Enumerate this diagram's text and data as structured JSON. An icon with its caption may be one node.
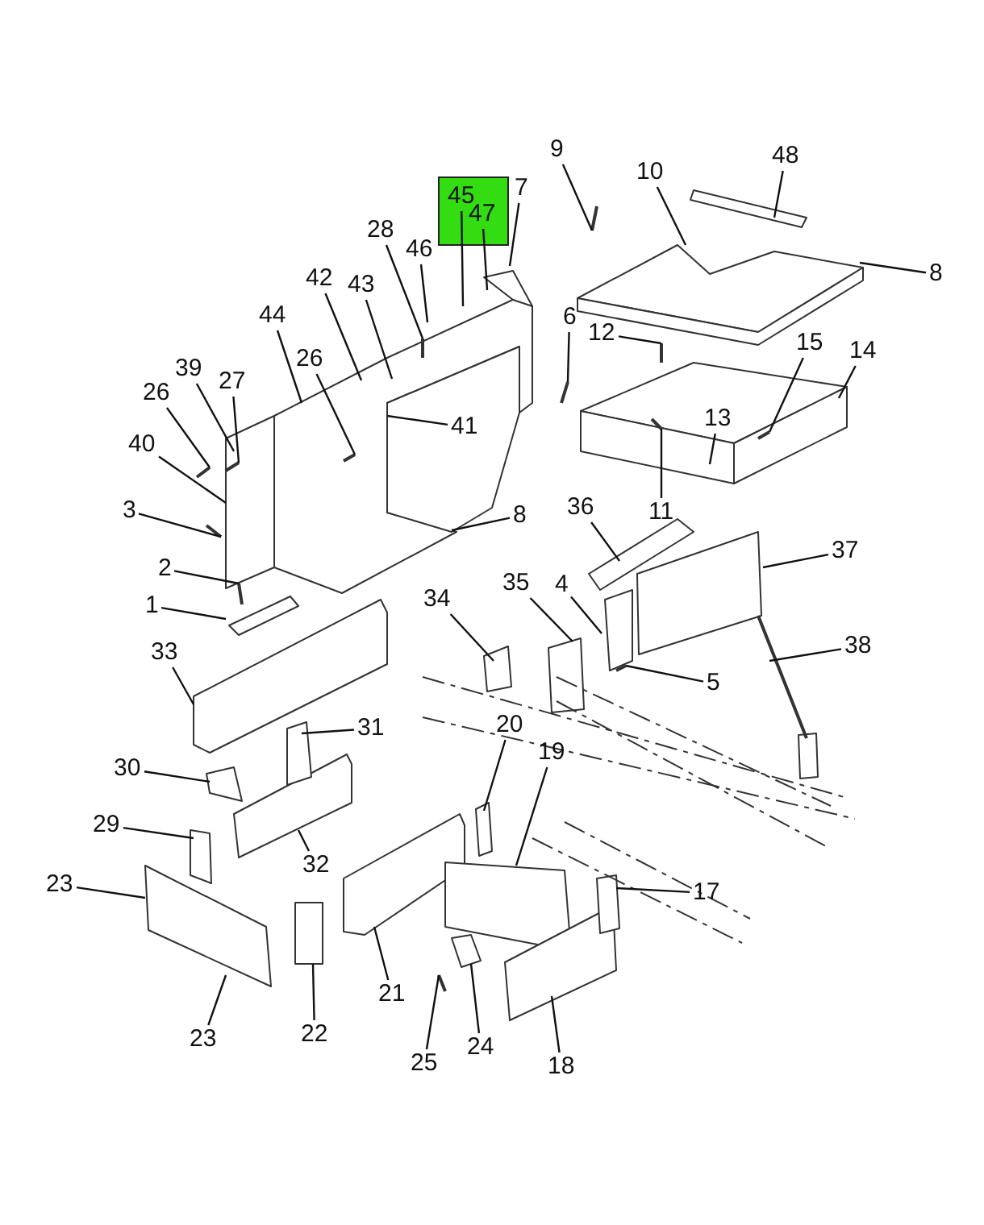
{
  "diagram": {
    "nodes": [
      {
        "text": [
          "9"
        ]
      },
      {
        "text": [
          "48"
        ]
      },
      {
        "text": [
          "10"
        ]
      },
      {
        "text": [
          "7"
        ]
      },
      {
        "text": [
          "45"
        ]
      },
      {
        "text": [
          "47"
        ]
      },
      {
        "text": [
          "28"
        ]
      },
      {
        "text": [
          "46"
        ]
      },
      {
        "text": [
          "8"
        ]
      },
      {
        "text": [
          "42"
        ]
      },
      {
        "text": [
          "43"
        ]
      },
      {
        "text": [
          "44"
        ]
      },
      {
        "text": [
          "6"
        ]
      },
      {
        "text": [
          "12"
        ]
      },
      {
        "text": [
          "15"
        ]
      },
      {
        "text": [
          "14"
        ]
      },
      {
        "text": [
          "26"
        ]
      },
      {
        "text": [
          "39"
        ]
      },
      {
        "text": [
          "27"
        ]
      },
      {
        "text": [
          "26"
        ]
      },
      {
        "text": [
          "13"
        ]
      },
      {
        "text": [
          "41"
        ]
      },
      {
        "text": [
          "40"
        ]
      },
      {
        "text": [
          "36"
        ]
      },
      {
        "text": [
          "3"
        ]
      },
      {
        "text": [
          "11"
        ]
      },
      {
        "text": [
          "8"
        ]
      },
      {
        "text": [
          "37"
        ]
      },
      {
        "text": [
          "2"
        ]
      },
      {
        "text": [
          "35"
        ]
      },
      {
        "text": [
          "4"
        ]
      },
      {
        "text": [
          "34"
        ]
      },
      {
        "text": [
          "1"
        ]
      },
      {
        "text": [
          "38"
        ]
      },
      {
        "text": [
          "33"
        ]
      },
      {
        "text": [
          "5"
        ]
      },
      {
        "text": [
          "20"
        ]
      },
      {
        "text": [
          "31"
        ]
      },
      {
        "text": [
          "19"
        ]
      },
      {
        "text": [
          "30"
        ]
      },
      {
        "text": [
          "29"
        ]
      },
      {
        "text": [
          "32"
        ]
      },
      {
        "text": [
          "23"
        ]
      },
      {
        "text": [
          "17"
        ]
      },
      {
        "text": [
          "21"
        ]
      },
      {
        "text": [
          "22"
        ]
      },
      {
        "text": [
          "23"
        ]
      },
      {
        "text": [
          "24"
        ]
      },
      {
        "text": [
          "25"
        ]
      },
      {
        "text": [
          "18"
        ]
      }
    ],
    "edges": [
      {
        "from": 0,
        "to": null,
        "arrow": "none"
      },
      {
        "from": 1,
        "to": null,
        "arrow": "none"
      },
      {
        "from": 2,
        "to": null,
        "arrow": "none"
      },
      {
        "from": 3,
        "to": null,
        "arrow": "none"
      },
      {
        "from": 4,
        "to": null,
        "arrow": "none"
      },
      {
        "from": 5,
        "to": null,
        "arrow": "none"
      },
      {
        "from": 6,
        "to": null,
        "arrow": "none"
      },
      {
        "from": 7,
        "to": null,
        "arrow": "none"
      },
      {
        "from": 8,
        "to": null,
        "arrow": "none"
      },
      {
        "from": 9,
        "to": null,
        "arrow": "none"
      },
      {
        "from": 10,
        "to": null,
        "arrow": "none"
      },
      {
        "from": 11,
        "to": null,
        "arrow": "none"
      },
      {
        "from": 12,
        "to": null,
        "arrow": "none"
      },
      {
        "from": 13,
        "to": null,
        "arrow": "none"
      },
      {
        "from": 14,
        "to": null,
        "arrow": "none"
      },
      {
        "from": 15,
        "to": null,
        "arrow": "none"
      },
      {
        "from": 16,
        "to": null,
        "arrow": "none"
      },
      {
        "from": 17,
        "to": null,
        "arrow": "none"
      },
      {
        "from": 18,
        "to": null,
        "arrow": "none"
      },
      {
        "from": 19,
        "to": null,
        "arrow": "none"
      },
      {
        "from": 20,
        "to": null,
        "arrow": "none"
      },
      {
        "from": 21,
        "to": null,
        "arrow": "none"
      },
      {
        "from": 22,
        "to": null,
        "arrow": "none"
      },
      {
        "from": 23,
        "to": null,
        "arrow": "none"
      },
      {
        "from": 24,
        "to": null,
        "arrow": "none"
      },
      {
        "from": 25,
        "to": null,
        "arrow": "none"
      },
      {
        "from": 26,
        "to": null,
        "arrow": "none"
      },
      {
        "from": 27,
        "to": null,
        "arrow": "none"
      },
      {
        "from": 28,
        "to": null,
        "arrow": "none"
      },
      {
        "from": 29,
        "to": null,
        "arrow": "none"
      },
      {
        "from": 30,
        "to": null,
        "arrow": "none"
      },
      {
        "from": 31,
        "to": null,
        "arrow": "none"
      },
      {
        "from": 32,
        "to": null,
        "arrow": "none"
      },
      {
        "from": 33,
        "to": null,
        "arrow": "none"
      },
      {
        "from": 34,
        "to": null,
        "arrow": "none"
      },
      {
        "from": 35,
        "to": null,
        "arrow": "none"
      },
      {
        "from": 36,
        "to": null,
        "arrow": "none"
      },
      {
        "from": 37,
        "to": null,
        "arrow": "none"
      },
      {
        "from": 38,
        "to": null,
        "arrow": "none"
      },
      {
        "from": 39,
        "to": null,
        "arrow": "none"
      },
      {
        "from": 40,
        "to": null,
        "arrow": "none"
      },
      {
        "from": 41,
        "to": null,
        "arrow": "none"
      },
      {
        "from": 42,
        "to": null,
        "arrow": "none"
      },
      {
        "from": 43,
        "to": null,
        "arrow": "none"
      },
      {
        "from": 44,
        "to": null,
        "arrow": "none"
      },
      {
        "from": 45,
        "to": null,
        "arrow": "none"
      },
      {
        "from": 46,
        "to": null,
        "arrow": "none"
      },
      {
        "from": 47,
        "to": null,
        "arrow": "none"
      },
      {
        "from": 48,
        "to": null,
        "arrow": "none"
      },
      {
        "from": 49,
        "to": null,
        "arrow": "none"
      }
    ]
  }
}
